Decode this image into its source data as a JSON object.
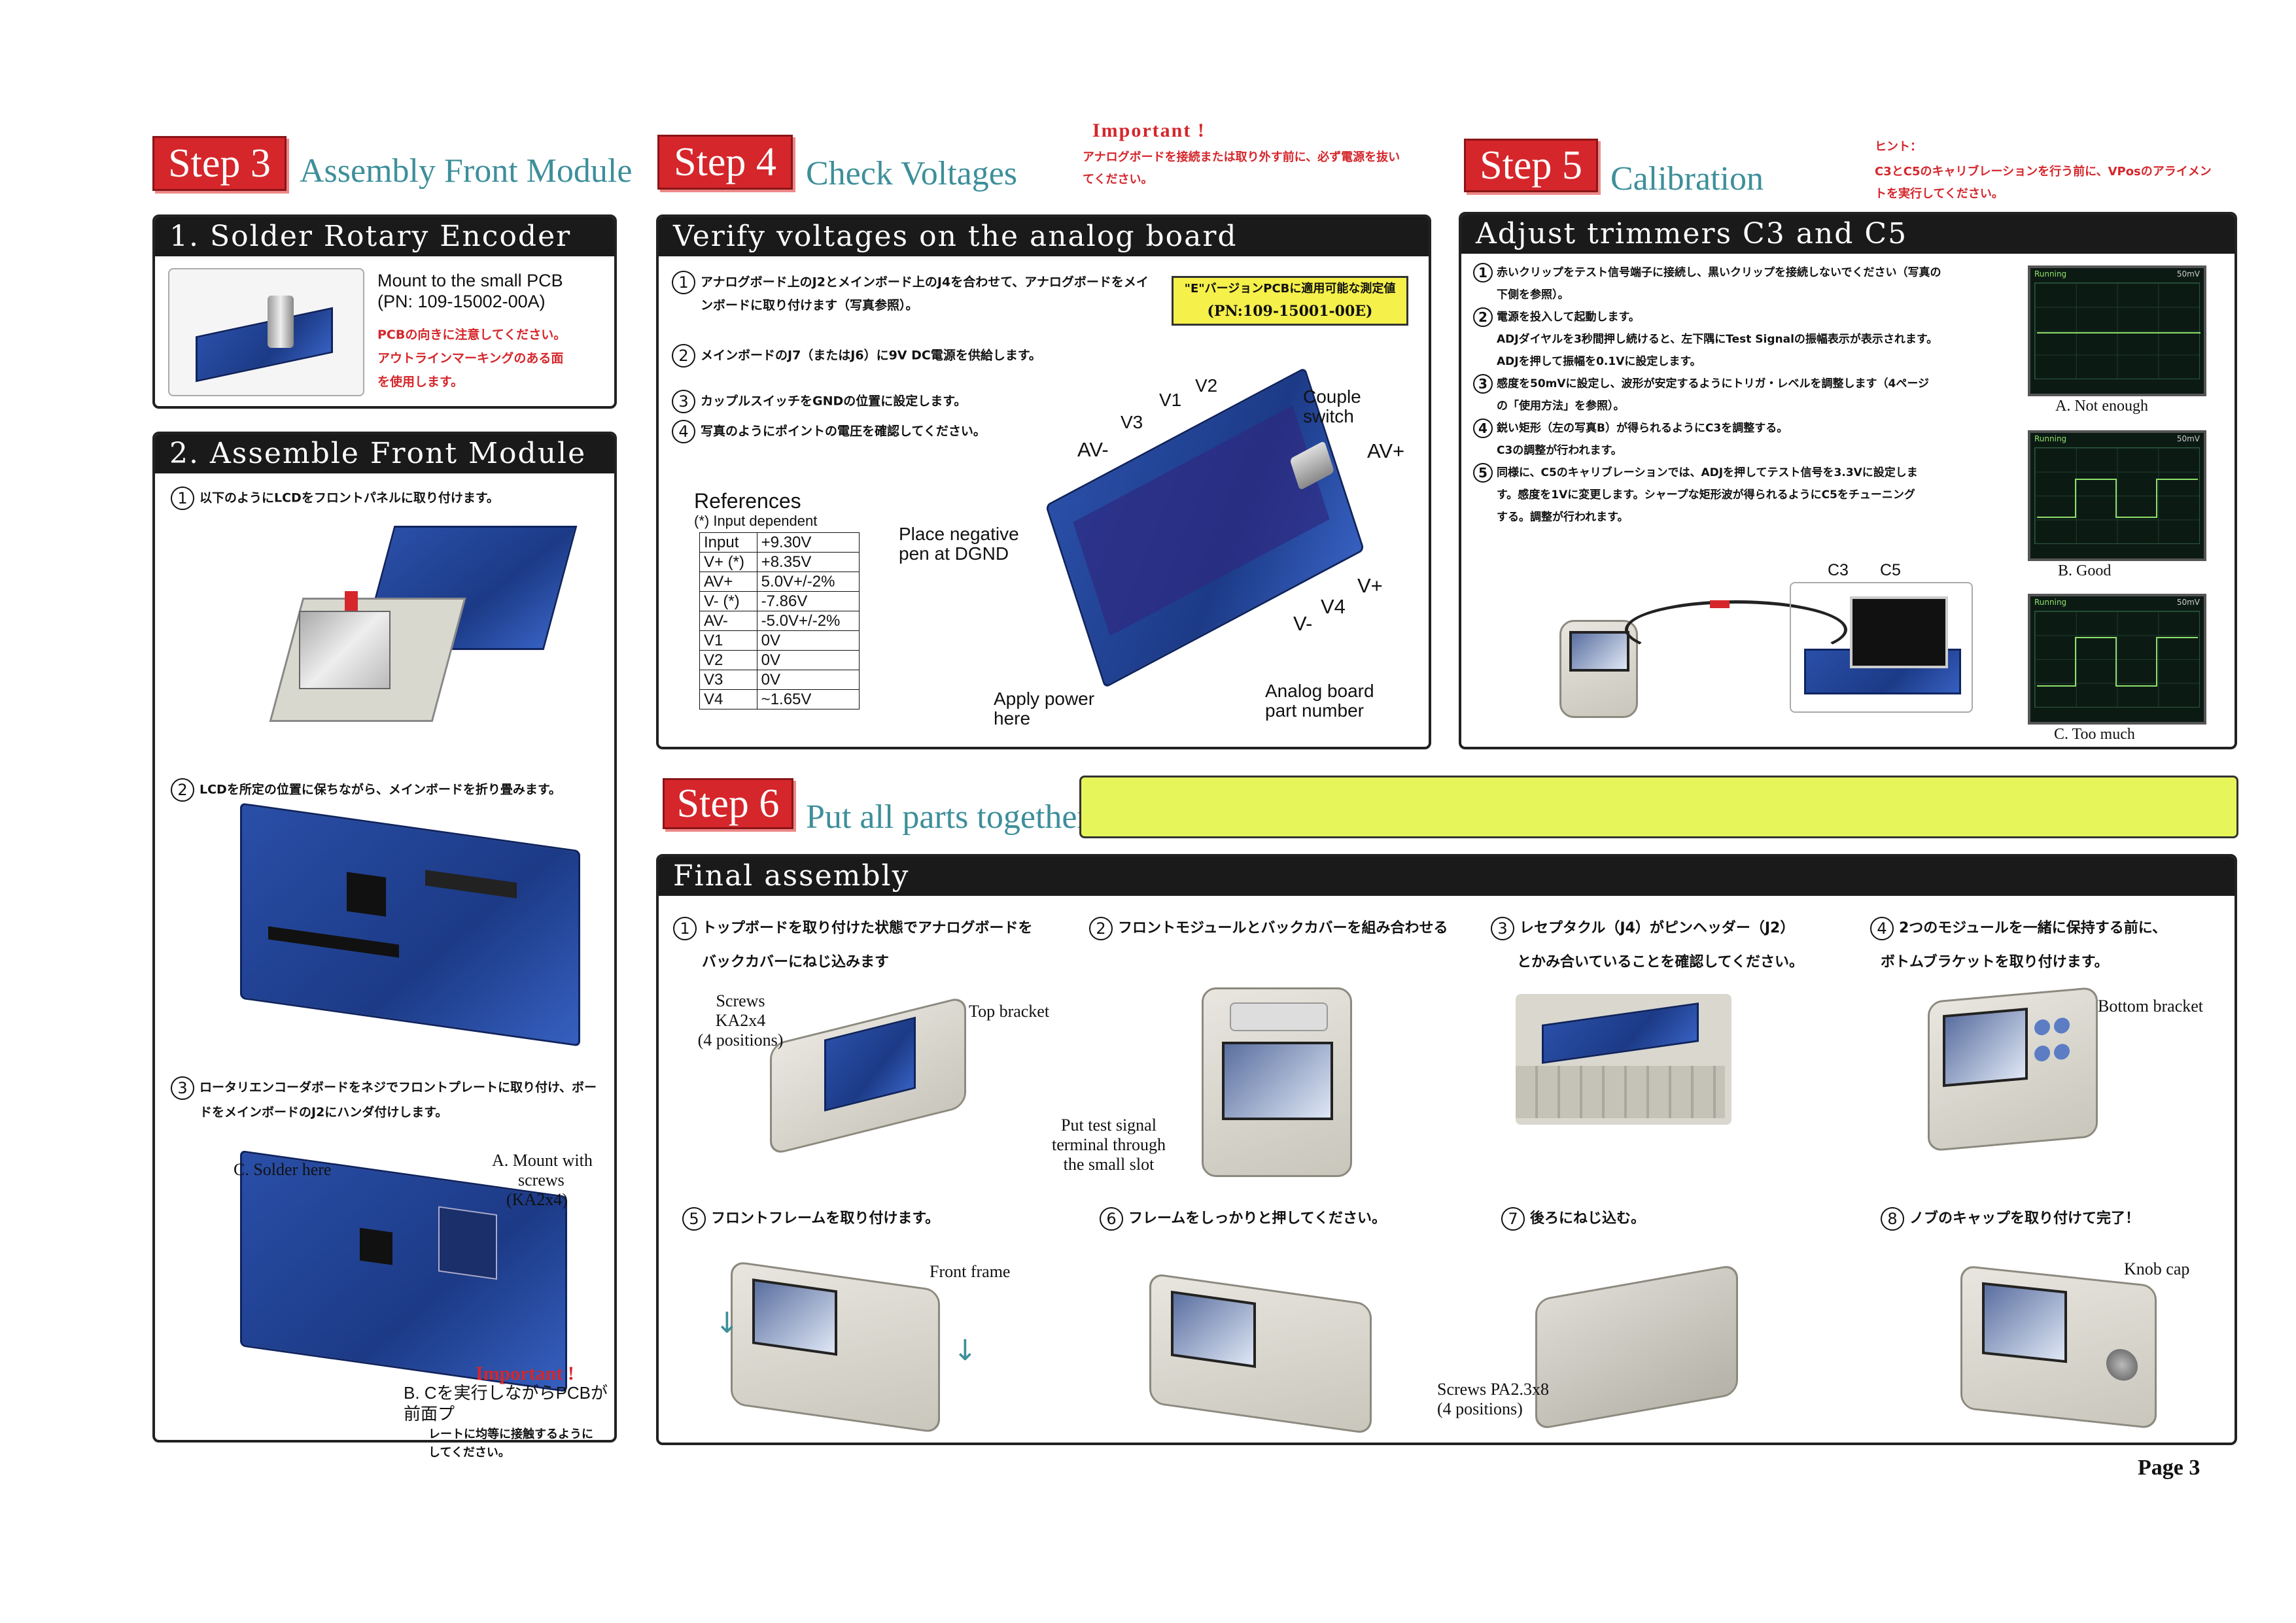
{
  "step3": {
    "badge": "Step 3",
    "title": "Assembly Front Module",
    "sec1": {
      "header": "1. Solder Rotary Encoder",
      "mount_text": "Mount to the small PCB",
      "pn": "(PN: 109-15002-00A)",
      "note": [
        "PCBの向きに注意してください。",
        "アウトラインマーキングのある面",
        "を使用します。"
      ]
    },
    "sec2": {
      "header": "2. Assemble Front Module",
      "i1": "以下のようにLCDをフロントパネルに取り付けます。",
      "i2": "LCDを所定の位置に保ちながら、メインボードを折り畳みます。",
      "i3a": "ロータリエンコーダボードをネジでフロントプレートに取り付け、ボー",
      "i3b": "ドをメインボードのJ2にハンダ付けします。",
      "label_c": "C. Solder here",
      "label_a": [
        "A.  Mount with",
        "screws",
        "(KA2x4)"
      ],
      "important": "Important !",
      "label_b": [
        "B. Cを実行しながらPCBが前面プ",
        "レートに均等に接触するように",
        "してください。"
      ]
    }
  },
  "step4": {
    "badge": "Step 4",
    "title": "Check Voltages",
    "important": "Important !",
    "important_text": [
      "アナログボードを接続または取り外す前に、必ず電源を抜い",
      "てください。"
    ],
    "header": "Verify voltages on the analog board",
    "i1a": "アナログボード上のJ2とメインボード上のJ4を合わせて、アナログボードをメイ",
    "i1b": "ンボードに取り付けます（写真参照）。",
    "evers": [
      "\"E\"バージョンPCBに適用可能な測定値",
      "(PN:109-15001-00E)"
    ],
    "i2": "メインボードのJ7（またはJ6）に9V DC電源を供給します。",
    "i3": "カップルスイッチをGNDの位置に設定します。",
    "i4": "写真のようにポイントの電圧を確認してください。",
    "ref_title": "References",
    "ref_sub": "(*) Input dependent",
    "ref_rows": [
      [
        "Input",
        "+9.30V"
      ],
      [
        "V+   (*)",
        "+8.35V"
      ],
      [
        "AV+",
        "5.0V+/-2%"
      ],
      [
        "V-    (*)",
        "-7.86V"
      ],
      [
        "AV-",
        "-5.0V+/-2%"
      ],
      [
        "V1",
        "0V"
      ],
      [
        "V2",
        "0V"
      ],
      [
        "V3",
        "0V"
      ],
      [
        "V4",
        "~1.65V"
      ]
    ],
    "labels": {
      "v1": "V1",
      "v2": "V2",
      "v3": "V3",
      "avm": "AV-",
      "avp": "AV+",
      "vp": "V+",
      "v4": "V4",
      "vm": "V-",
      "couple": [
        "Couple",
        "switch"
      ],
      "neg": [
        "Place negative",
        "pen at DGND"
      ],
      "power": [
        "Apply power",
        "here"
      ],
      "analog": [
        "Analog board",
        "part number"
      ]
    }
  },
  "step5": {
    "badge": "Step 5",
    "title": "Calibration",
    "hint": "ヒント：",
    "hint_text": [
      "C3とC5のキャリブレーションを行う前に、VPosのアライメン",
      "トを実行してください。"
    ],
    "header": "Adjust trimmers C3 and C5",
    "lines": [
      "赤いクリップをテスト信号端子に接続し、黒いクリップを接続しないでください（写真の",
      "下側を参照）。",
      "電源を投入して起動します。",
      "ADJダイヤルを3秒間押し続けると、左下隅にTest Signalの振幅表示が表示されます。",
      "ADJを押して振幅を0.1Vに設定します。",
      "感度を50mVに設定し、波形が安定するようにトリガ・レベルを調整します（4ページ",
      "の「使用方法」を参照）。",
      "鋭い矩形（左の写真B）が得られるようにC3を調整する。",
      "C3の調整が行われます。",
      "同様に、C5のキャリブレーションでは、ADJを押してテスト信号を3.3Vに設定しま",
      "す。感度を1Vに変更します。シャープな矩形波が得られるようにC5をチューニング",
      "する。調整が行われます。"
    ],
    "c3": "C3",
    "c5": "C5",
    "scope_a": "A.  Not enough",
    "scope_b": "B.  Good",
    "scope_c": "C.  Too much",
    "scope_top": "Running",
    "scope_top_r": "50mV"
  },
  "step6": {
    "badge": "Step 6",
    "title": "Put all parts together",
    "header": "Final assembly",
    "s1a": "トップボードを取り付けた状態でアナログボードを",
    "s1b": "バックカバーにねじ込みます",
    "s2": "フロントモジュールとバックカバーを組み合わせる",
    "s3a": "レセプタクル（J4）がピンヘッダー（J2）",
    "s3b": "とかみ合いていることを確認してください。",
    "s4a": "2つのモジュールを一緒に保持する前に、",
    "s4b": "ボトムブラケットを取り付けます。",
    "s5": "フロントフレームを取り付けます。",
    "s6": "フレームをしっかりと押してください。",
    "s7": "後ろにねじ込む。",
    "s8": "ノブのキャップを取り付けて完了！",
    "screws": [
      "Screws",
      "KA2x4",
      "(4 positions)"
    ],
    "top_bracket": "Top bracket",
    "test_signal": [
      "Put test signal",
      "terminal through",
      "the small slot"
    ],
    "bottom_bracket": "Bottom bracket",
    "front_frame": "Front frame",
    "screws_pa": [
      "Screws PA2.3x8",
      "(4 positions)"
    ],
    "knob_cap": "Knob cap"
  },
  "page": "Page 3",
  "colors": {
    "red": "#d5262b",
    "teal": "#3d8f9a",
    "yellow": "#e6f55a"
  }
}
